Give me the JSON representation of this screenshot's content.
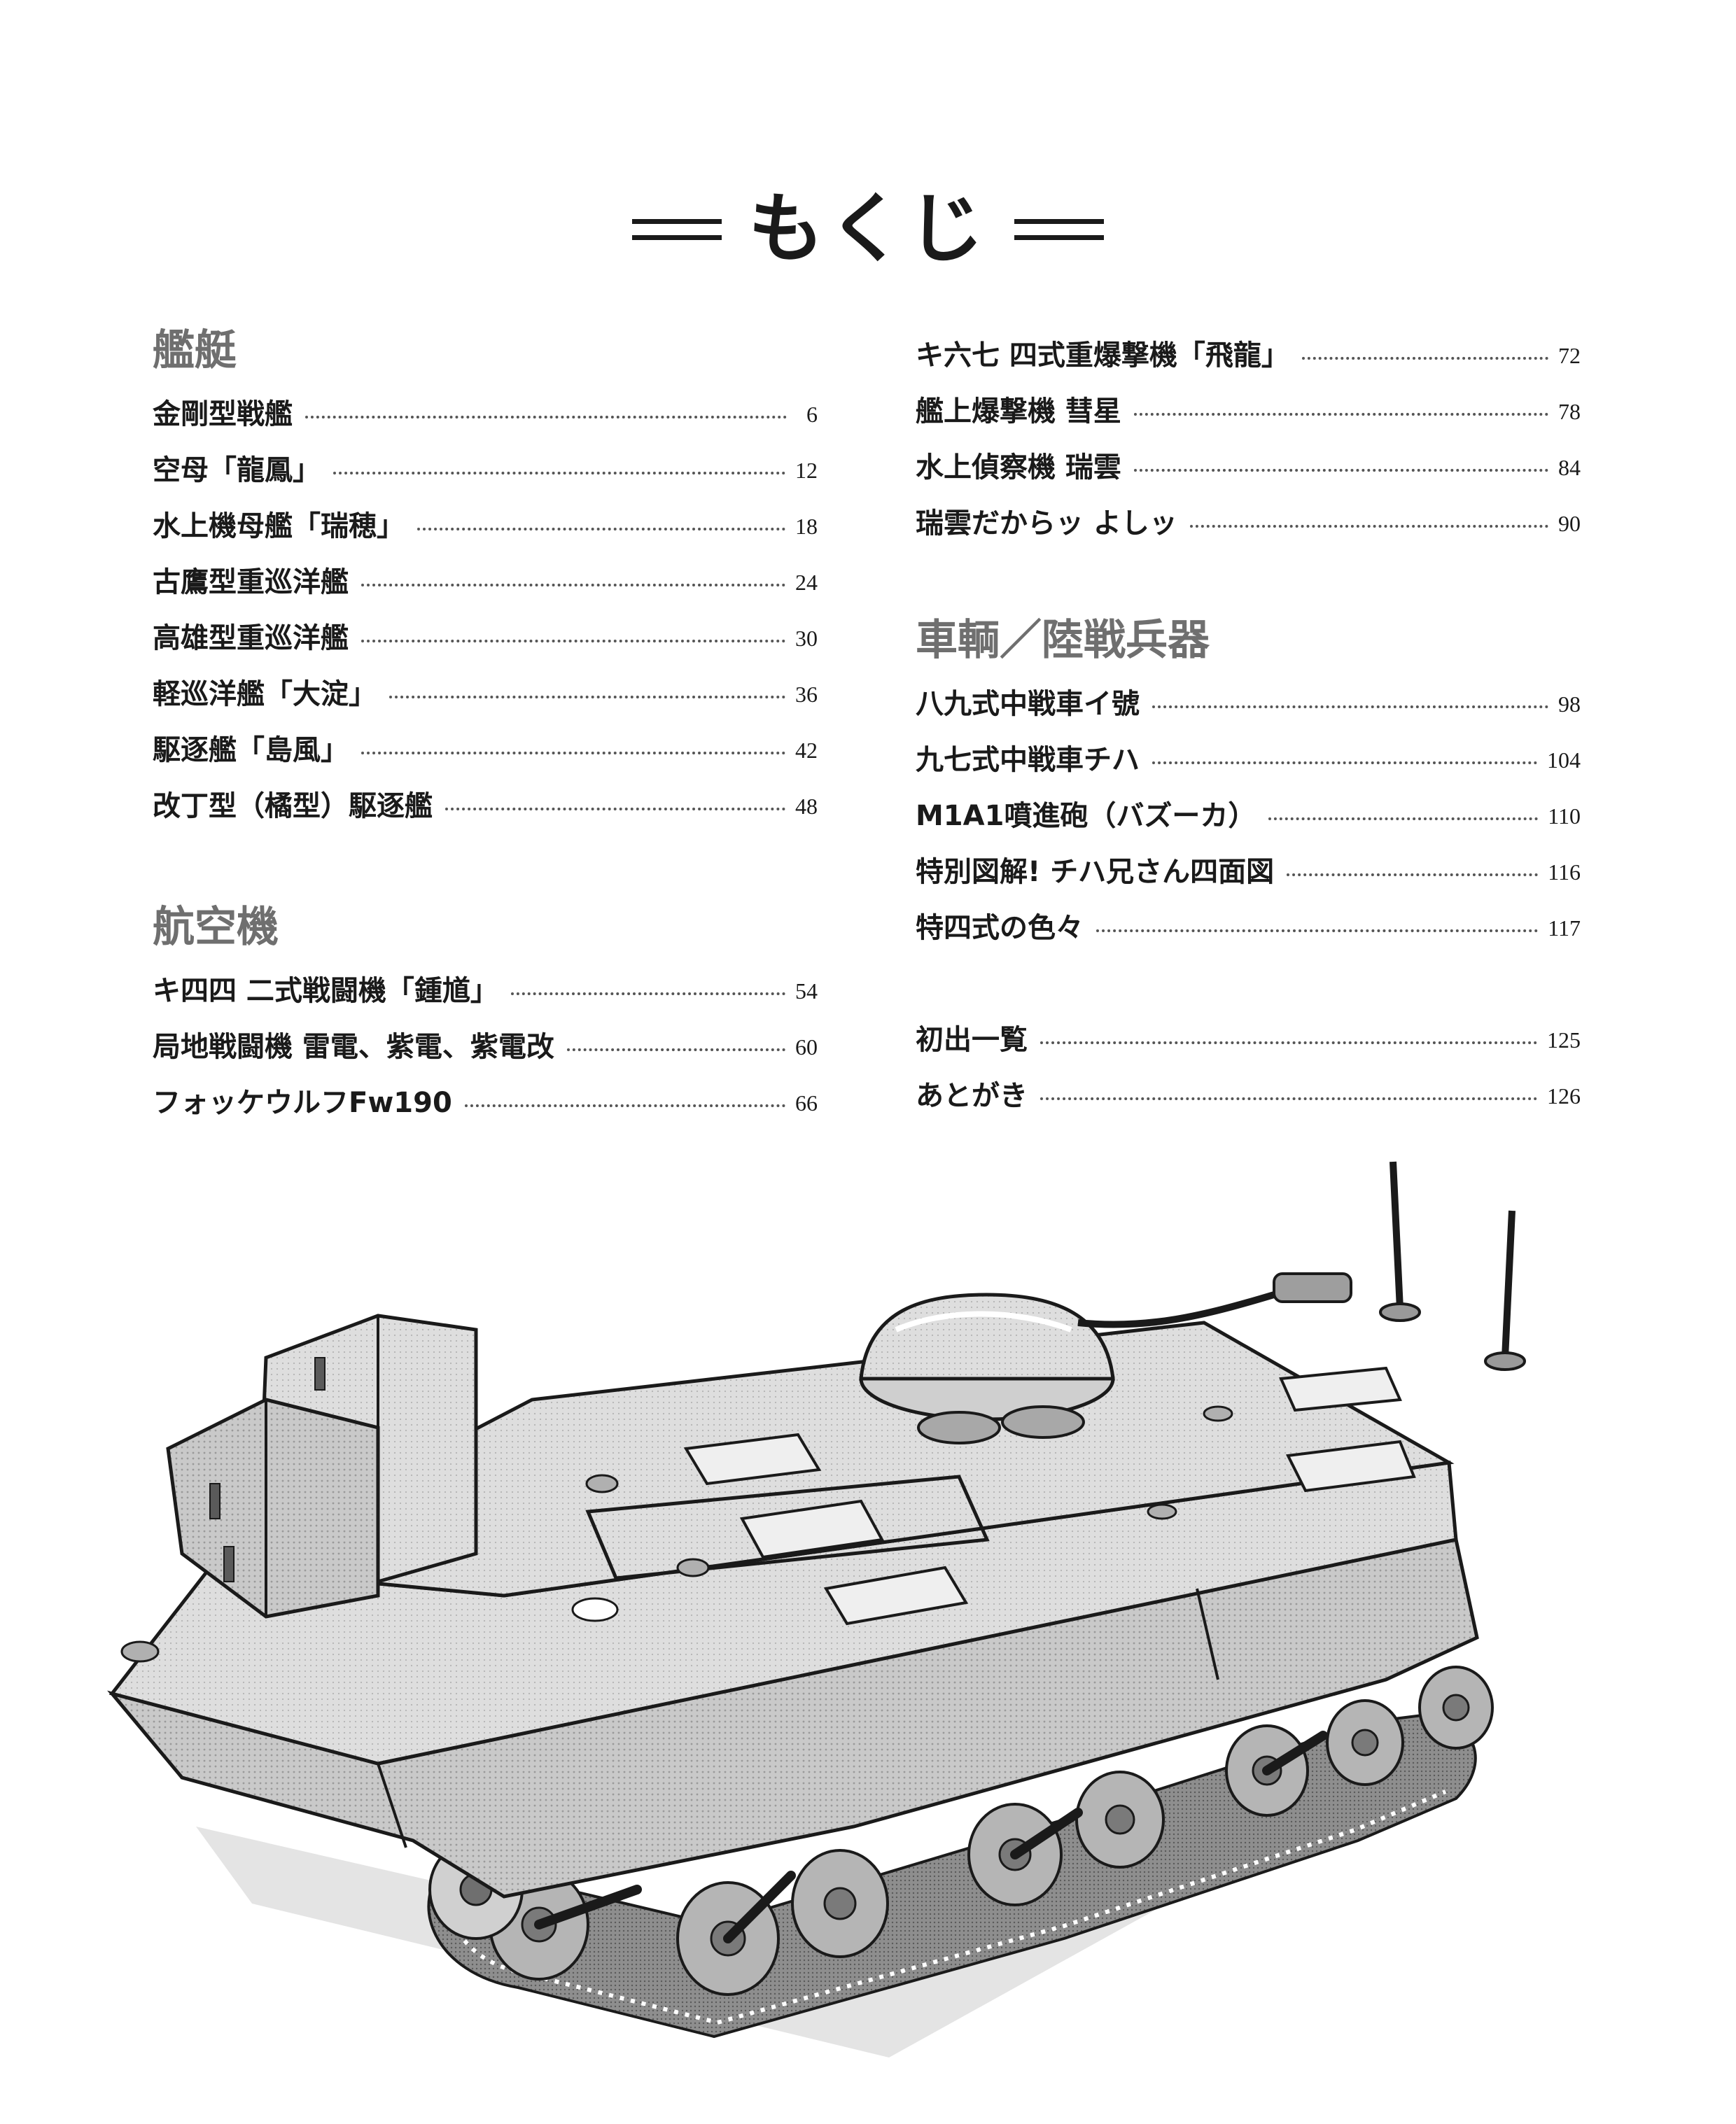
{
  "title": "もくじ",
  "left_column": {
    "sections": [
      {
        "heading": "艦艇",
        "entries": [
          {
            "title": "金剛型戦艦",
            "page": "6"
          },
          {
            "title": "空母「龍鳳」",
            "page": "12"
          },
          {
            "title": "水上機母艦「瑞穂」",
            "page": "18"
          },
          {
            "title": "古鷹型重巡洋艦",
            "page": "24"
          },
          {
            "title": "高雄型重巡洋艦",
            "page": "30"
          },
          {
            "title": "軽巡洋艦「大淀」",
            "page": "36"
          },
          {
            "title": "駆逐艦「島風」",
            "page": "42"
          },
          {
            "title": "改丁型（橘型）駆逐艦",
            "page": "48"
          }
        ]
      },
      {
        "heading": "航空機",
        "entries": [
          {
            "title": "キ四四 二式戦闘機「鍾馗」",
            "page": "54"
          },
          {
            "title": "局地戦闘機 雷電、紫電、紫電改",
            "page": "60"
          },
          {
            "title": "フォッケウルフFw190",
            "page": "66"
          }
        ]
      }
    ]
  },
  "right_column": {
    "entries_top": [
      {
        "title": "キ六七 四式重爆撃機「飛龍」",
        "page": "72"
      },
      {
        "title": "艦上爆撃機 彗星",
        "page": "78"
      },
      {
        "title": "水上偵察機 瑞雲",
        "page": "84"
      },
      {
        "title": "瑞雲だからッ よしッ",
        "page": "90"
      }
    ],
    "sections": [
      {
        "heading": "車輌／陸戦兵器",
        "entries": [
          {
            "title": "八九式中戦車イ號",
            "page": "98"
          },
          {
            "title": "九七式中戦車チハ",
            "page": "104"
          },
          {
            "title": "M1A1噴進砲（バズーカ）",
            "page": "110"
          },
          {
            "title": "特別図解! チハ兄さん四面図",
            "page": "116"
          },
          {
            "title": "特四式の色々",
            "page": "117"
          }
        ]
      }
    ],
    "entries_bottom": [
      {
        "title": "初出一覧",
        "page": "125"
      },
      {
        "title": "あとがき",
        "page": "126"
      }
    ]
  }
}
